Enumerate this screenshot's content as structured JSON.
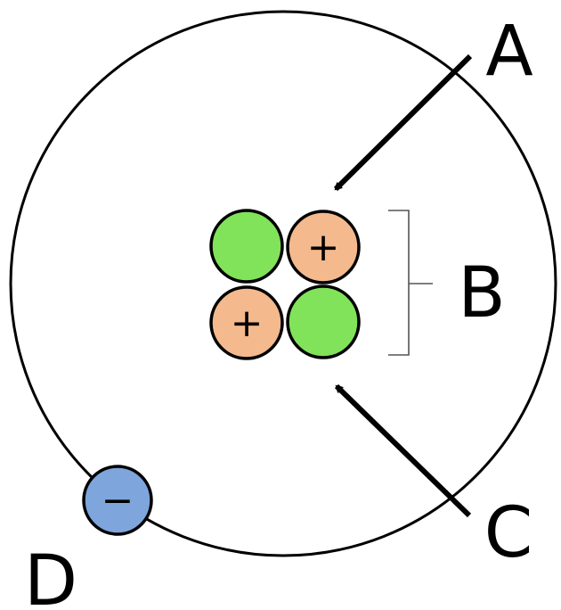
{
  "labels": {
    "a": "A",
    "b": "B",
    "c": "C",
    "d": "D"
  },
  "symbols": {
    "proton_charge": "+",
    "electron_charge": "−"
  },
  "colors": {
    "orbit": "#000000",
    "neutron_fill": "#80e35a",
    "proton_fill": "#f4b98c",
    "electron_fill": "#7ea5dc",
    "outline": "#000000",
    "bracket": "#555555",
    "arrow": "#000000"
  }
}
